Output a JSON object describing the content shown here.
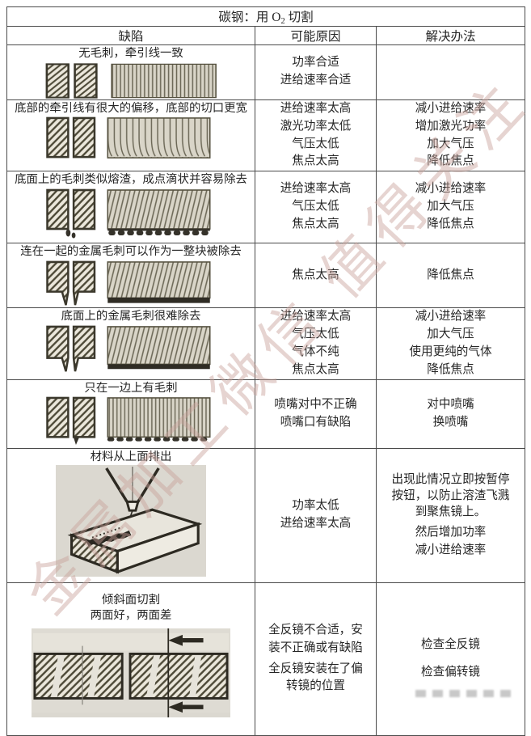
{
  "watermark": {
    "text": "金属加工微信 值得关注",
    "color": "#c9a29a"
  },
  "table": {
    "title": {
      "prefix": "碳钢：用 O",
      "sub": "2",
      "suffix": " 切割"
    },
    "headers": [
      "缺陷",
      "可能原因",
      "解决办法"
    ],
    "rows": [
      {
        "defect_lines": [
          "无毛刺，牵引线一致"
        ],
        "causes": [
          "功率合适",
          "进给速率合适"
        ],
        "solutions": []
      },
      {
        "defect_lines": [
          "底部的牵引线有很大的偏移，底部的切口更宽"
        ],
        "causes": [
          "进给速率太高",
          "激光功率太低",
          "气压太低",
          "焦点太高"
        ],
        "solutions": [
          "减小进给速率",
          "增加激光功率",
          "加大气压",
          "降低焦点"
        ]
      },
      {
        "defect_lines": [
          "底面上的毛刺类似熔渣，成点滴状并容易除去"
        ],
        "causes": [
          "进给速率太高",
          "气压太低",
          "焦点太高"
        ],
        "solutions": [
          "减小进给速率",
          "加大气压",
          "降低焦点"
        ]
      },
      {
        "defect_lines": [
          "连在一起的金属毛刺可以作为一整块被除去"
        ],
        "causes": [
          "焦点太高"
        ],
        "solutions": [
          "降低焦点"
        ]
      },
      {
        "defect_lines": [
          "底面上的金属毛刺很难除去"
        ],
        "causes": [
          "进给速率太高",
          "气压太低",
          "气体不纯",
          "焦点太高"
        ],
        "solutions": [
          "减小进给速率",
          "加大气压",
          "使用更纯的气体",
          "降低焦点"
        ]
      },
      {
        "defect_lines": [
          "只在一边上有毛刺"
        ],
        "causes": [
          "喷嘴对中不正确",
          "喷嘴口有缺陷"
        ],
        "solutions": [
          "对中喷嘴",
          "换喷嘴"
        ]
      },
      {
        "defect_lines": [
          "材料从上面排出"
        ],
        "causes": [
          "功率太低",
          "进给速率太高"
        ],
        "solutions": [
          "出现此情况立即按暂停按钮，以防止溶渣飞溅到聚焦镜上。",
          "然后增加功率",
          "减小进给速率"
        ]
      },
      {
        "defect_lines": [
          "倾斜面切割",
          "两面好，两面差"
        ],
        "causes": [
          "全反镜不合适，安装不正确或有缺陷",
          "全反镜安装在了偏转镜的位置"
        ],
        "solutions": [
          "检查全反镜",
          "检查偏转镜"
        ]
      }
    ]
  }
}
